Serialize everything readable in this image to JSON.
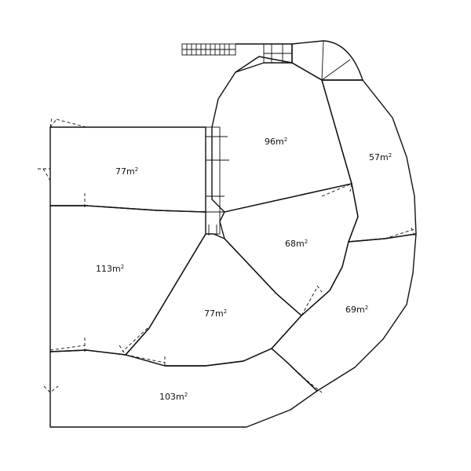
{
  "rooms": [
    {
      "area": "96",
      "unit": "m",
      "exp": "2"
    },
    {
      "area": "57",
      "unit": "m",
      "exp": "2"
    },
    {
      "area": "77",
      "unit": "m",
      "exp": "2"
    },
    {
      "area": "68",
      "unit": "m",
      "exp": "2"
    },
    {
      "area": "113",
      "unit": "m",
      "exp": "2"
    },
    {
      "area": "69",
      "unit": "m",
      "exp": "2"
    },
    {
      "area": "77",
      "unit": "m",
      "exp": "2"
    },
    {
      "area": "103",
      "unit": "m",
      "exp": "2"
    }
  ]
}
